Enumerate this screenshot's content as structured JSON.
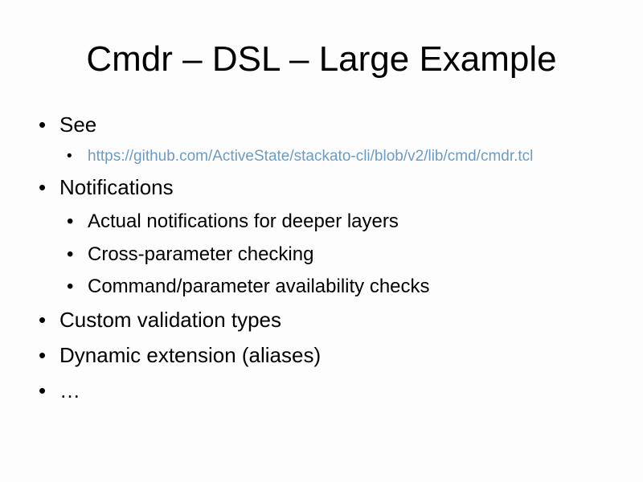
{
  "slide": {
    "title": "Cmdr – DSL – Large Example",
    "bullet_glyph": "•",
    "link_color": "#6d9bc3",
    "items": [
      {
        "text": "See"
      },
      {
        "text": "https://github.com/ActiveState/stackato-cli/blob/v2/lib/cmd/cmdr.tcl"
      },
      {
        "text": "Notifications"
      },
      {
        "text": "Actual notifications for deeper layers"
      },
      {
        "text": "Cross-parameter checking"
      },
      {
        "text": "Command/parameter availability checks"
      },
      {
        "text": "Custom validation types"
      },
      {
        "text": "Dynamic extension (aliases)"
      },
      {
        "text": "…"
      }
    ]
  }
}
